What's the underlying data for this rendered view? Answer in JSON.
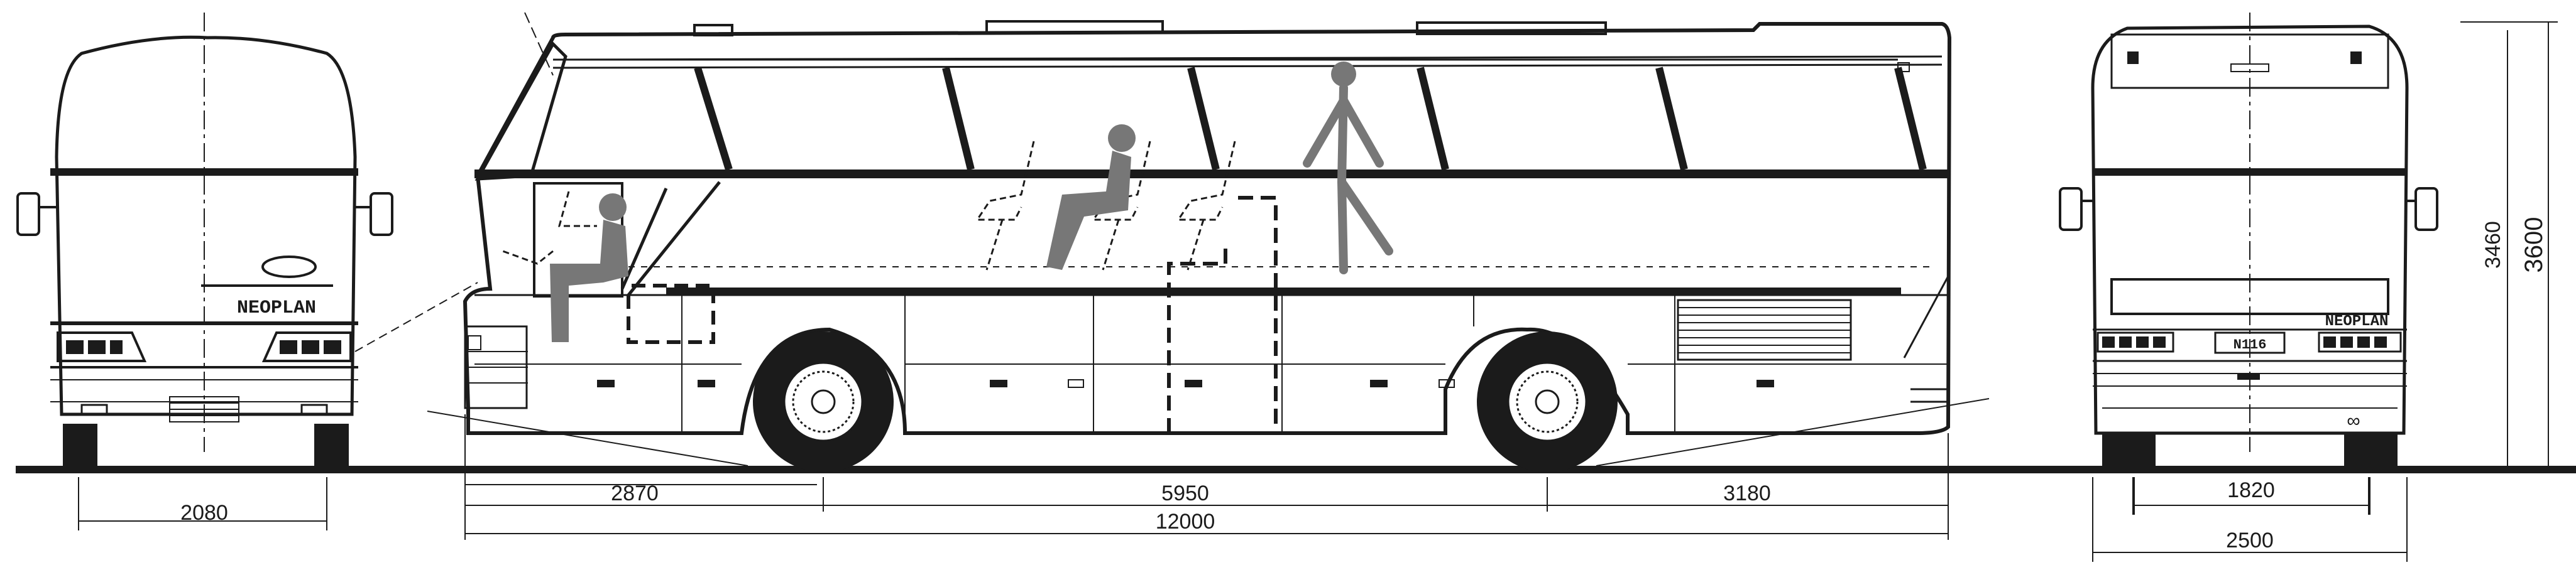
{
  "front_view": {
    "logo_text": "NEOPLAN",
    "width_dim": "2080"
  },
  "side_view": {
    "dims": {
      "front_overhang": "2870",
      "wheelbase": "5950",
      "rear_overhang": "3180",
      "overall_length": "12000"
    }
  },
  "rear_view": {
    "logo_text": "NEOPLAN",
    "plate_text": "N116",
    "model_mark": "∞",
    "dims": {
      "track": "1820",
      "overall_width": "2500",
      "body_height": "3460",
      "overall_height": "3600"
    }
  },
  "colors": {
    "line": "#1b1b1b",
    "figure_fill": "#777777",
    "ground": "#1b1b1b"
  },
  "icons": {
    "driver": "seated-driver-figure",
    "passenger": "seated-passenger-figure",
    "walker": "standing-person-figure"
  }
}
